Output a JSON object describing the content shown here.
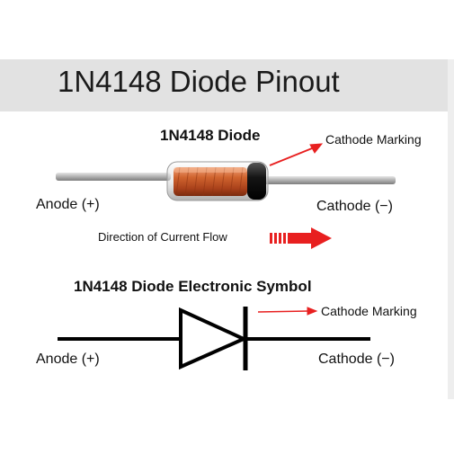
{
  "title": "1N4148 Diode Pinout",
  "diode_section": {
    "heading": "1N4148 Diode",
    "cathode_marking": "Cathode Marking",
    "anode_label": "Anode (+)",
    "cathode_label": "Cathode (−)",
    "current_flow": "Direction of Current Flow"
  },
  "symbol_section": {
    "heading": "1N4148 Diode Electronic Symbol",
    "cathode_marking": "Cathode Marking",
    "anode_label": "Anode (+)",
    "cathode_label": "Cathode (−)"
  },
  "colors": {
    "title_bar": "#e2e2e2",
    "arrow_red": "#e82020",
    "diode_body": "#c8562a",
    "cathode_band": "#1a1a1a",
    "lead_gray": "#a9a9a9"
  }
}
